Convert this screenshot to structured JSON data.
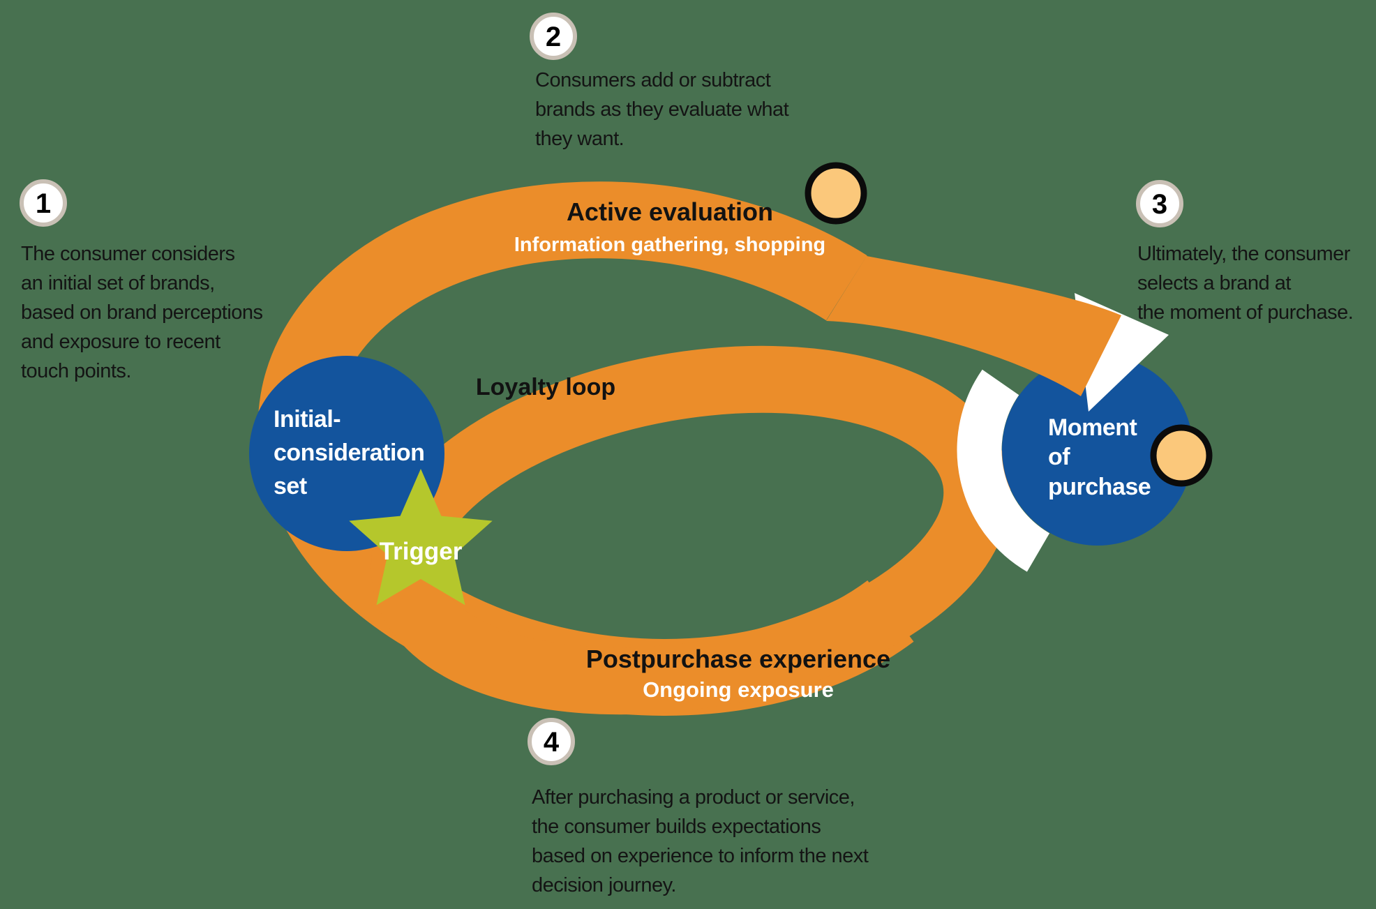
{
  "colors": {
    "background": "#487150",
    "ring_orange": "#EB8D2A",
    "node_blue": "#13549D",
    "star_green": "#B5C72C",
    "dot_fill": "#FBC87B",
    "dot_border": "#0B0B0B",
    "badge_border": "#C9C0B5",
    "text_dark": "#141414",
    "text_white": "#FFFFFF"
  },
  "loop_labels": {
    "active_evaluation": {
      "title": "Active evaluation",
      "subtitle": "Information gathering, shopping"
    },
    "loyalty_loop": {
      "title": "Loyalty loop"
    },
    "postpurchase": {
      "title": "Postpurchase experience",
      "subtitle": "Ongoing exposure"
    }
  },
  "nodes": {
    "initial_consideration": {
      "lines": [
        "Initial-",
        "consideration",
        "set"
      ]
    },
    "moment_of_purchase": {
      "lines": [
        "Moment",
        "of",
        "purchase"
      ]
    },
    "trigger": {
      "label": "Trigger"
    }
  },
  "annotations": [
    {
      "number": "1",
      "lines": [
        "The consumer considers",
        "an initial set of brands,",
        "based on brand perceptions",
        "and exposure to recent",
        "touch points."
      ]
    },
    {
      "number": "2",
      "lines": [
        "Consumers add or subtract",
        "brands as they evaluate what",
        "they want."
      ]
    },
    {
      "number": "3",
      "lines": [
        "Ultimately, the consumer",
        "selects a brand at",
        "the moment of purchase."
      ]
    },
    {
      "number": "4",
      "lines": [
        "After purchasing a product or service,",
        "the consumer builds expectations",
        "based on experience to inform the next",
        "decision journey."
      ]
    }
  ]
}
